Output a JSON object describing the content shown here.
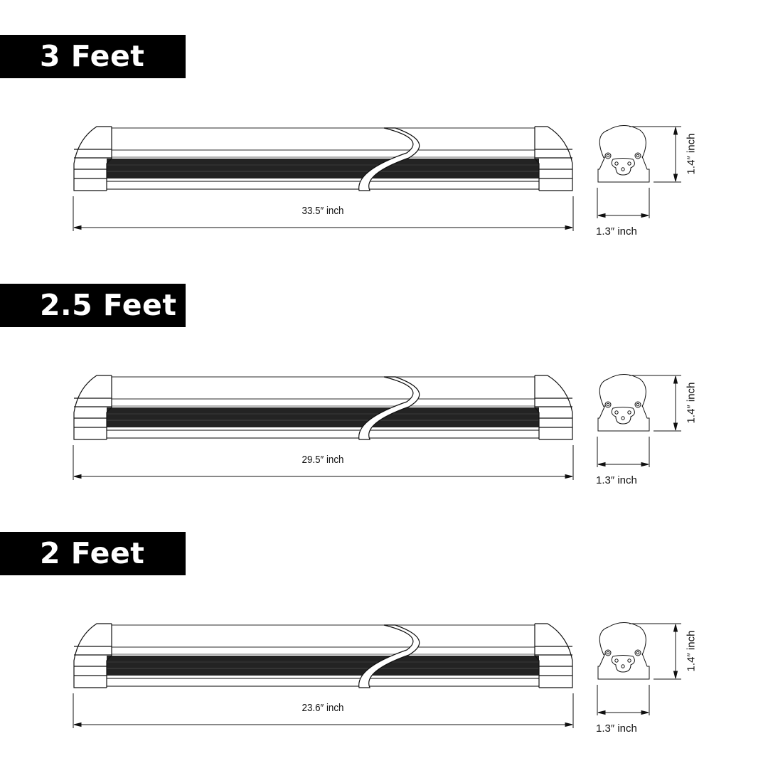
{
  "diagram": {
    "type": "product-dimension-drawing",
    "subject": "LED tube light fixture",
    "colors": {
      "label_bg": "#000000",
      "label_text": "#ffffff",
      "line": "#111111",
      "band": "#222222"
    },
    "sections": [
      {
        "title": "3 Feet",
        "length": "33.5″ inch",
        "width": "1.3″ inch",
        "height": "1.4″ inch"
      },
      {
        "title": "2.5 Feet",
        "length": "29.5″ inch",
        "width": "1.3″ inch",
        "height": "1.4″ inch"
      },
      {
        "title": "2 Feet",
        "length": "23.6″ inch",
        "width": "1.3″ inch",
        "height": "1.4″ inch"
      }
    ]
  }
}
